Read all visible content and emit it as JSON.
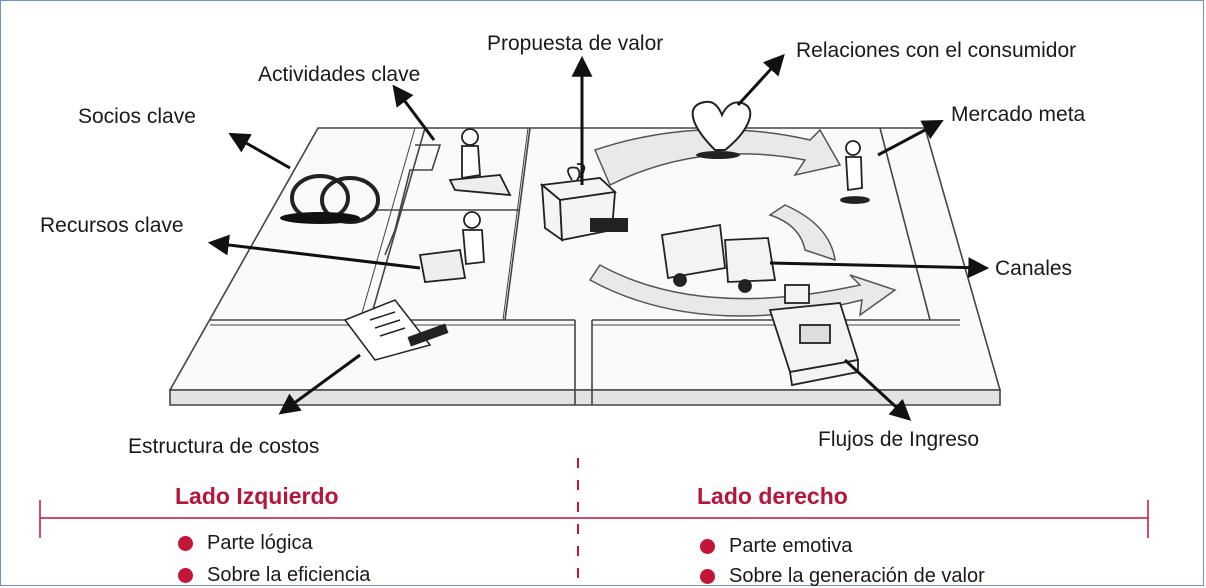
{
  "labels": {
    "propuesta": "Propuesta de valor",
    "relaciones": "Relaciones con el consumidor",
    "actividades": "Actividades clave",
    "socios": "Socios clave",
    "mercado": "Mercado meta",
    "recursos": "Recursos clave",
    "canales": "Canales",
    "estructura": "Estructura de costos",
    "flujos": "Flujos de Ingreso"
  },
  "left": {
    "title": "Lado Izquierdo",
    "bullets": [
      "Parte lógica",
      "Sobre la eficiencia"
    ]
  },
  "right": {
    "title": "Lado derecho",
    "bullets": [
      "Parte emotiva",
      "Sobre la generación de valor"
    ]
  },
  "colors": {
    "accent": "#b5163c",
    "bullet": "#c41437",
    "frame": "#6f8fcf",
    "ink": "#1a1a1a"
  }
}
